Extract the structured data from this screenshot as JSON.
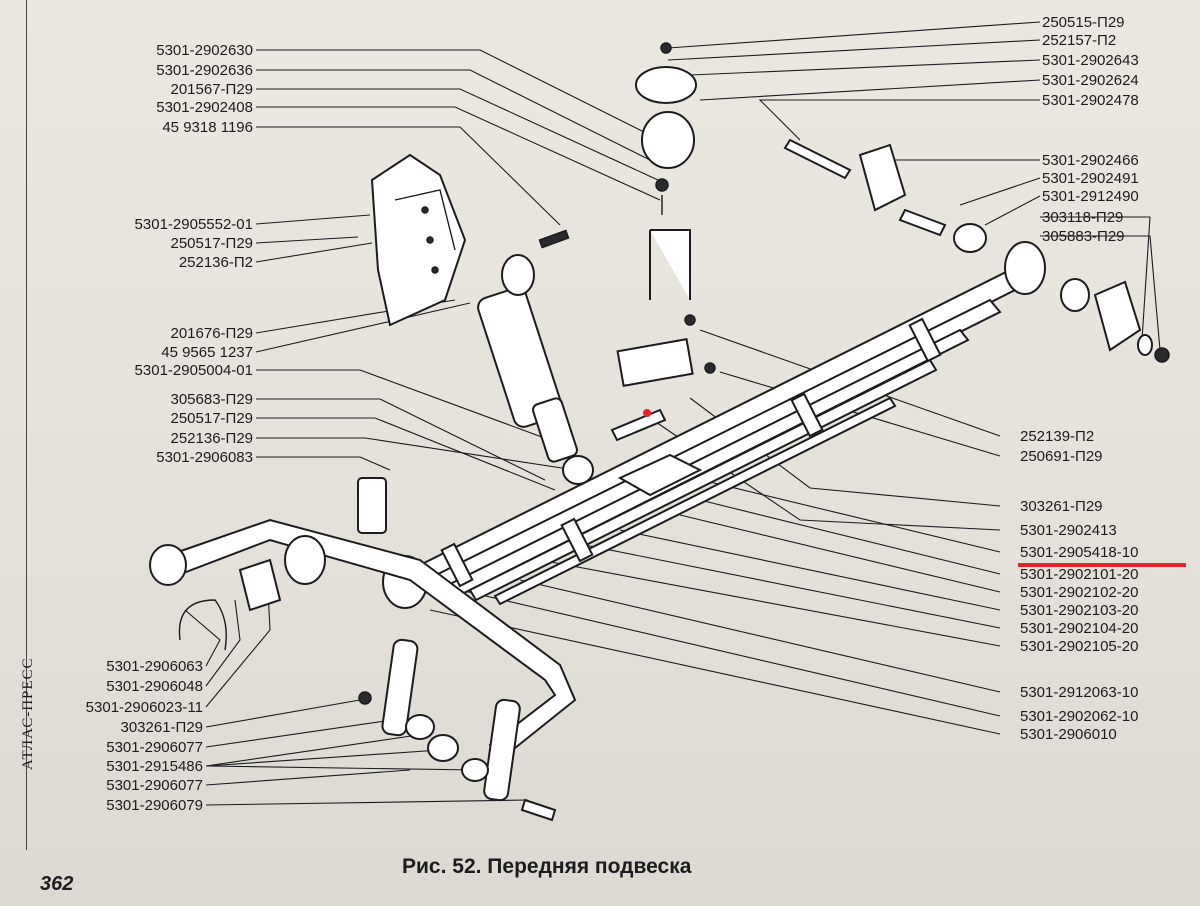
{
  "figure": {
    "caption": "Рис. 52. Передняя подвеска",
    "page_number": "362",
    "publisher": "АТЛАС-ПРЕСС",
    "highlight_color": "#e3242b",
    "highlighted_part": "5301-2905418-10"
  },
  "labels_left": [
    "5301-2902630",
    "5301-2902636",
    "201567-П29",
    "5301-2902408",
    "45 9318 1196",
    "5301-2905552-01",
    "250517-П29",
    "252136-П2",
    "201676-П29",
    "45 9565 1237",
    "5301-2905004-01",
    "305683-П29",
    "250517-П29",
    "252136-П29",
    "5301-2906083",
    "5301-2906063",
    "5301-2906048",
    "5301-2906023-11",
    "303261-П29",
    "5301-2906077",
    "5301-2915486",
    "5301-2906077",
    "5301-2906079"
  ],
  "labels_right": [
    "250515-П29",
    "252157-П2",
    "5301-2902643",
    "5301-2902624",
    "5301-2902478",
    "5301-2902466",
    "5301-2902491",
    "5301-2912490",
    "303118-П29",
    "305883-П29",
    "252139-П2",
    "250691-П29",
    "303261-П29",
    "5301-2902413",
    "5301-2905418-10",
    "5301-2902101-20",
    "5301-2902102-20",
    "5301-2902103-20",
    "5301-2902104-20",
    "5301-2902105-20",
    "5301-2912063-10",
    "5301-2902062-10",
    "5301-2906010"
  ]
}
